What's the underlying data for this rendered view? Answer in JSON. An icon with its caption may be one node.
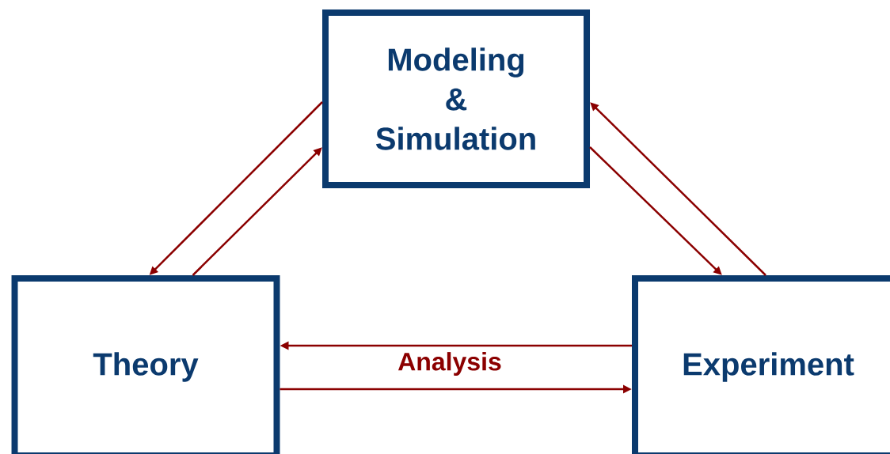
{
  "diagram": {
    "nodes": [
      {
        "text": [
          "Modeling & Simulation"
        ]
      },
      {
        "text": [
          "Theory"
        ]
      },
      {
        "text": [
          "Experiment"
        ]
      }
    ],
    "edges": [
      {
        "from": 0,
        "to": 1,
        "arrow": "to"
      },
      {
        "from": 1,
        "to": 0,
        "arrow": "to"
      },
      {
        "from": 0,
        "to": 2,
        "arrow": "to"
      },
      {
        "from": 2,
        "to": 0,
        "arrow": "to"
      },
      {
        "from": 2,
        "to": 1,
        "arrow": "to"
      },
      {
        "from": 1,
        "to": 2,
        "arrow": "to"
      }
    ],
    "labels": [
      "Analysis"
    ]
  }
}
